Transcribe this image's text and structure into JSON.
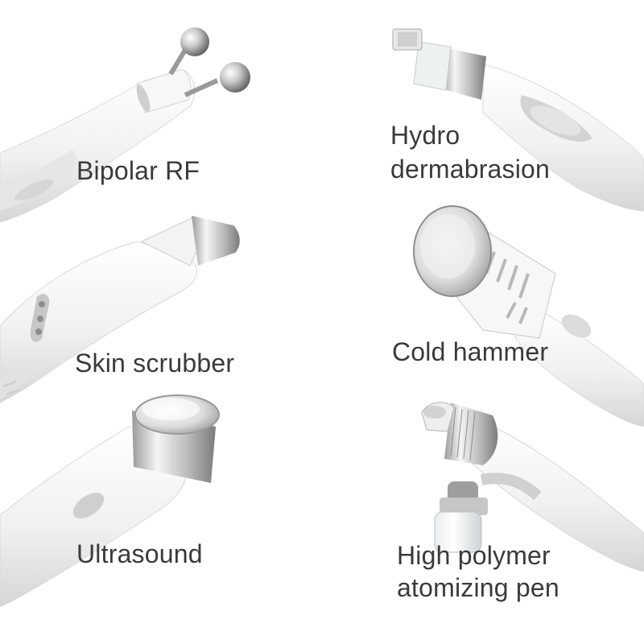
{
  "labels": {
    "bipolar_rf": "Bipolar RF",
    "hydro_line1": "Hydro",
    "hydro_line2": "dermabrasion",
    "skin_scrubber": "Skin scrubber",
    "cold_hammer": "Cold hammer",
    "ultrasound": "Ultrasound",
    "polymer_line1": "High polymer",
    "polymer_line2": "atomizing pen"
  },
  "colors": {
    "background": "#ffffff",
    "handle_white": "#f4f4f4",
    "handle_shade": "#d9d9d9",
    "grip_grey": "#c8c8c8",
    "chrome_light": "#f2f2f2",
    "chrome_dark": "#8a8a8a",
    "label_text": "#3a3a3a"
  }
}
